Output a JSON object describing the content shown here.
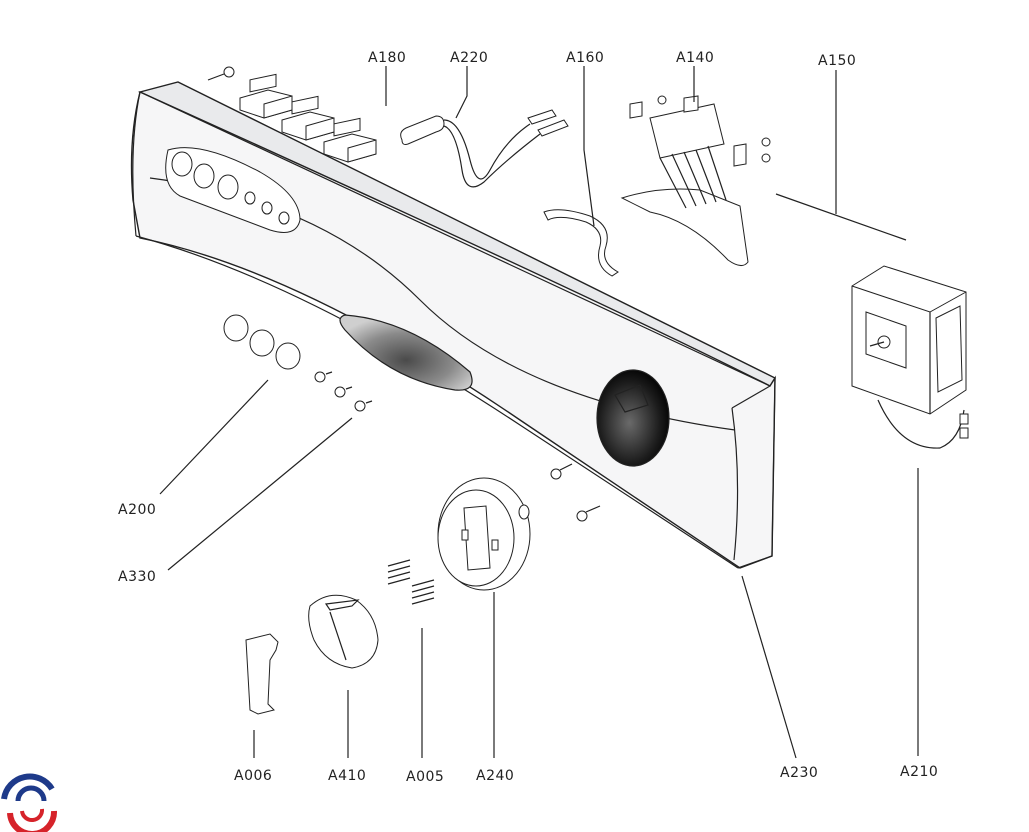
{
  "diagram": {
    "labels": {
      "a180": "A180",
      "a220": "A220",
      "a160": "A160",
      "a140": "A140",
      "a150": "A150",
      "a200": "A200",
      "a330": "A330",
      "a006": "A006",
      "a410": "A410",
      "a005": "A005",
      "a240": "A240",
      "a230": "A230",
      "a210": "A210"
    }
  }
}
